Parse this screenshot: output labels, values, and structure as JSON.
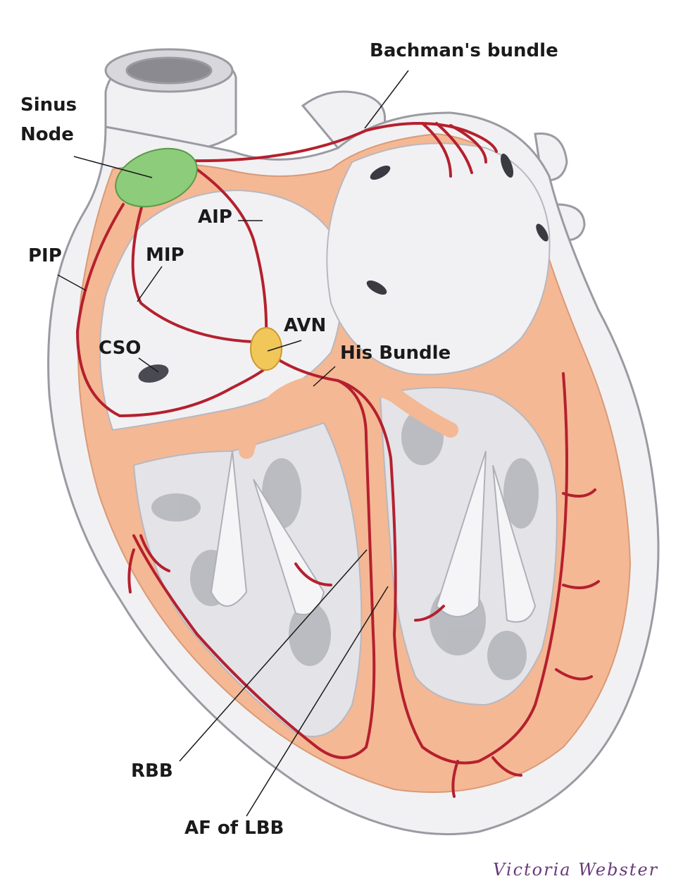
{
  "labels": {
    "bachmans_bundle": "Bachman's bundle",
    "sinus_node_line1": "Sinus",
    "sinus_node_line2": "Node",
    "aip": "AIP",
    "pip": "PIP",
    "mip": "MIP",
    "avn": "AVN",
    "cso": "CSO",
    "his_bundle": "His Bundle",
    "rbb": "RBB",
    "af_of_lbb": "AF of LBB"
  },
  "signature": "Victoria Webster",
  "colors": {
    "conduction": "#b5202e",
    "sinus_node": "#8ccc7a",
    "av_node": "#f2c75a",
    "myocardium": "#f4b894",
    "chamber": "#f1f1f3",
    "outline": "#9a9aa2"
  }
}
